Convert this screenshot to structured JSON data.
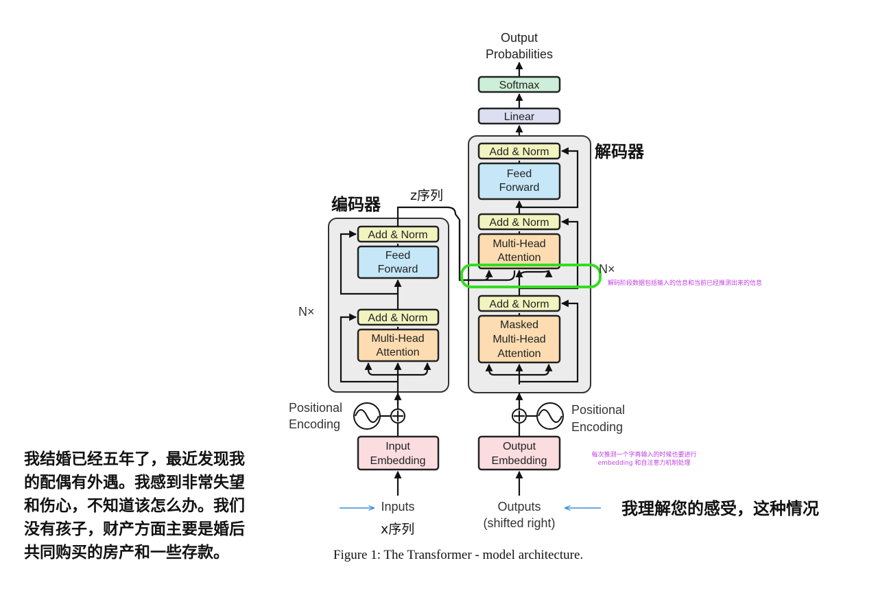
{
  "diagram": {
    "output_probabilities": [
      "Output",
      "Probabilities"
    ],
    "softmax": "Softmax",
    "linear": "Linear",
    "add_norm": "Add & Norm",
    "feed_forward": [
      "Feed",
      "Forward"
    ],
    "multi_head": [
      "Multi-Head",
      "Attention"
    ],
    "masked_multi_head": [
      "Masked",
      "Multi-Head",
      "Attention"
    ],
    "nx": "N×",
    "positional_encoding": [
      "Positional",
      "Encoding"
    ],
    "input_embedding": [
      "Input",
      "Embedding"
    ],
    "output_embedding": [
      "Output",
      "Embedding"
    ],
    "inputs": "Inputs",
    "outputs": [
      "Outputs",
      "(shifted right)"
    ],
    "caption": "Figure 1: The Transformer - model architecture.",
    "colors": {
      "softmax": "#cdeed8",
      "linear": "#dcdff2",
      "add_norm": "#f2f4bf",
      "feed_forward": "#c5e7f7",
      "attention": "#fcdcb0",
      "embedding": "#fbdde0",
      "highlight": "#33dd22",
      "annotation": "#c040e0",
      "arrow_blue": "#3a8ed8"
    }
  },
  "annotations": {
    "encoder": "编码器",
    "decoder": "解码器",
    "z_sequence": "z序列",
    "x_sequence": "x序列",
    "decoder_note": "解码阶段数据包括输入的信息和当前已经推测出来的信息",
    "embedding_note": [
      "每次推测一个字再输入的时候也要进行",
      "embedding 和自注意力机制处理"
    ]
  },
  "chat": {
    "user_message": [
      "我结婚已经五年了，最近发现我",
      "的配偶有外遇。我感到非常失望",
      "和伤心，不知道该怎么办。我们",
      "没有孩子，财产方面主要是婚后",
      "共同购买的房产和一些存款。"
    ],
    "assistant_reply": "我理解您的感受，这种情况"
  }
}
